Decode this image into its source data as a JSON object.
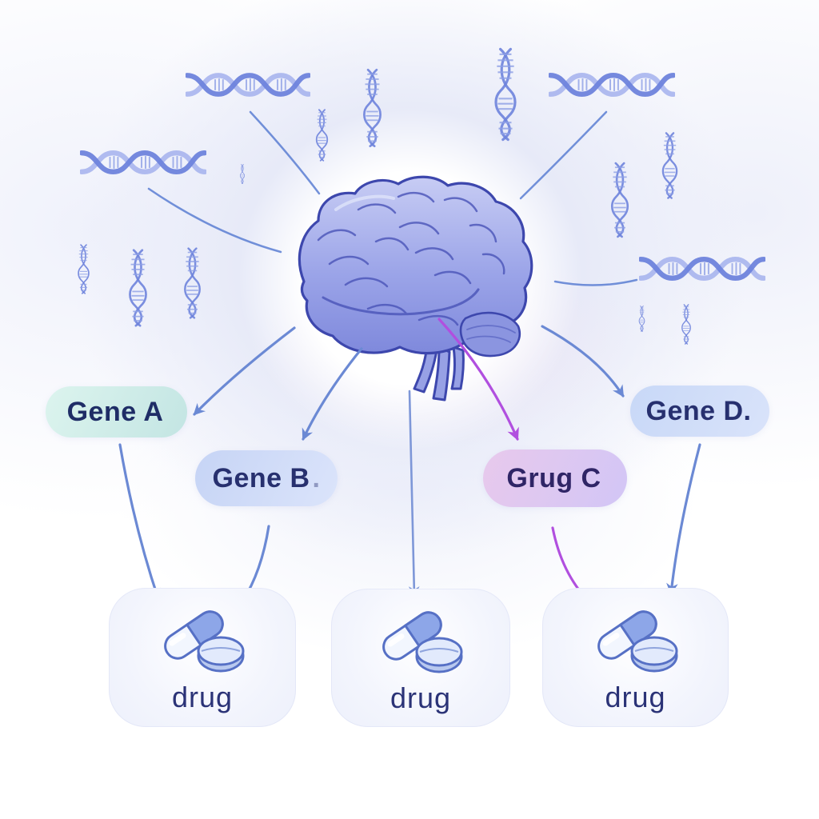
{
  "diagram": {
    "description": "Brain gene-to-drug pathway diagram",
    "center_node": {
      "icon": "brain-icon"
    },
    "gene_nodes": [
      {
        "label": "Gene A",
        "suffix": "",
        "fill_from": "#dcf4ee",
        "fill_to": "#c3e5e3",
        "text_color": "#1f2d66"
      },
      {
        "label": "Gene B",
        "suffix": ".",
        "fill_from": "#c6d4f5",
        "fill_to": "#dbe4fb",
        "text_color": "#27306f"
      },
      {
        "label": "Grug C",
        "suffix": "",
        "fill_from": "#e8c9ec",
        "fill_to": "#d2c6f6",
        "text_color": "#2f2566"
      },
      {
        "label": "Gene D.",
        "suffix": "",
        "fill_from": "#c8d8f7",
        "fill_to": "#d9e3fa",
        "text_color": "#27306f"
      }
    ],
    "drug_nodes": [
      {
        "label": "drug",
        "icon": "pills-icon"
      },
      {
        "label": "drug",
        "icon": "pills-icon"
      },
      {
        "label": "drug",
        "icon": "pills-icon"
      }
    ],
    "decorations": {
      "dna": "dna-helix-icon"
    },
    "colors": {
      "arrow_blue": "#6b89d4",
      "arrow_light_blue": "#7e97d8",
      "arrow_purple": "#b14fdf",
      "line_blue": "#5b7ed2",
      "dna_primary": "#6e83dc",
      "dna_secondary": "#9facec",
      "dna_rung": "#8ea0e6",
      "brain_outline": "#3d47ad",
      "drug_text": "#2b3377",
      "text_navy": "#27306f"
    }
  }
}
